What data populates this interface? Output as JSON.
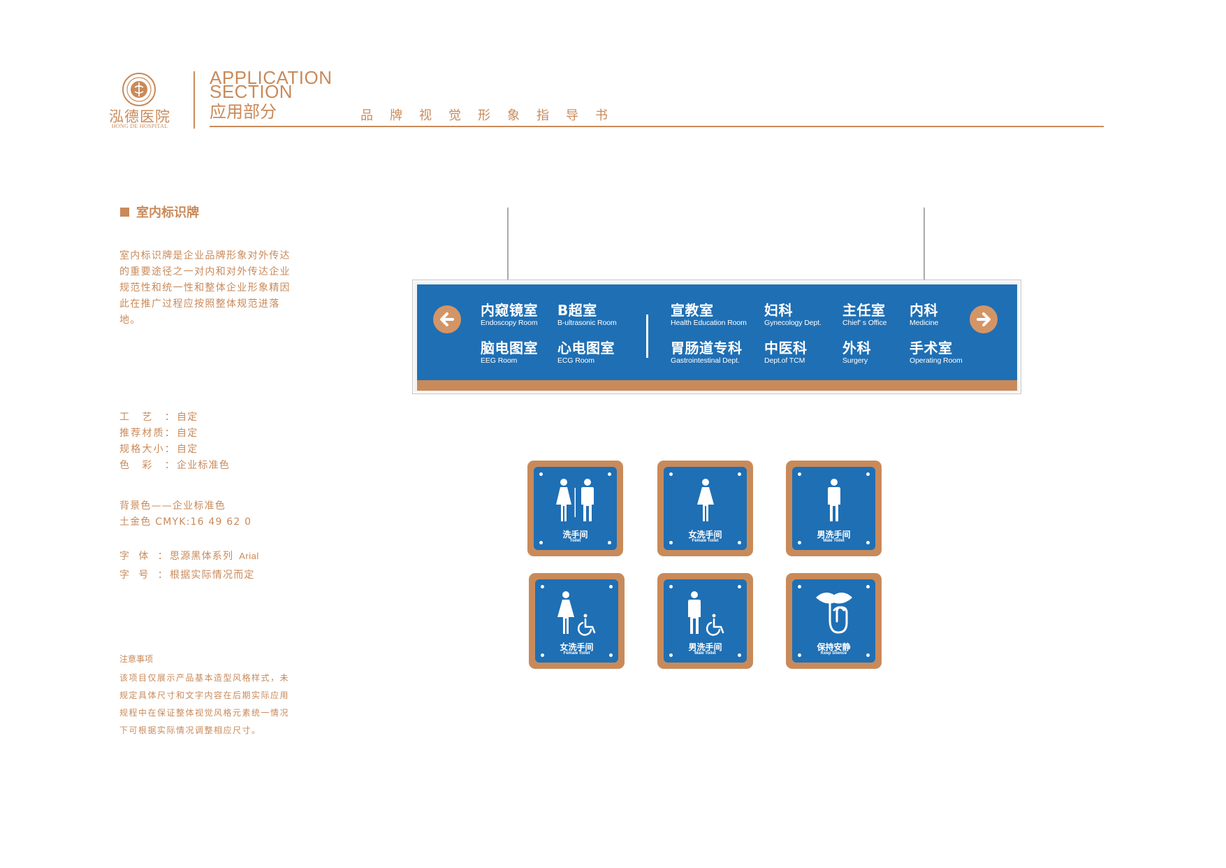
{
  "header": {
    "logo_cn": "泓德医院",
    "logo_en": "HONG DE HOSPITAL",
    "section_en_line1": "APPLICATION",
    "section_en_line2": "SECTION",
    "section_cn": "应用部分",
    "guide_title": "品牌视觉形象指导书"
  },
  "left": {
    "section_title": "室内标识牌",
    "intro": "室内标识牌是企业品牌形象对外传达的重要途径之一对内和对外传达企业规范性和统一性和整体企业形象精因此在推广过程应按照整体规范进落地。",
    "specs": [
      {
        "label": "工艺：",
        "value": "自定"
      },
      {
        "label": "推荐材质：",
        "value": "自定"
      },
      {
        "label": "规格大小：",
        "value": "自定"
      },
      {
        "label": "色彩：",
        "value": "企业标准色"
      }
    ],
    "bg_color_line": "背景色——企业标准色",
    "cmyk_line": "土金色 CMYK:16 49 62 0",
    "font_label": "字体：",
    "font_value": "思源黑体系列",
    "font_value_en": "Arial",
    "size_label": "字号：",
    "size_value": "根据实际情况而定",
    "note_title": "注意事项",
    "note": "该项目仅展示产品基本造型风格样式，未规定具体尺寸和文字内容在后期实际应用规程中在保证整体视觉风格元素统一情况下可根据实际情况调整相应尺寸。"
  },
  "hanging_sign": {
    "left_group": [
      {
        "cn": "内窥镜室",
        "en": "Endoscopy  Room"
      },
      {
        "cn": "B超室",
        "en": "B-ultrasonic  Room"
      },
      {
        "cn": "脑电图室",
        "en": "EEG  Room"
      },
      {
        "cn": "心电图室",
        "en": "ECG  Room"
      }
    ],
    "right_group": [
      {
        "cn": "宣教室",
        "en": "Health Education Room"
      },
      {
        "cn": "妇科",
        "en": "Gynecology Dept."
      },
      {
        "cn": "主任室",
        "en": "Chief' s Office"
      },
      {
        "cn": "内科",
        "en": "Medicine"
      },
      {
        "cn": "胃肠道专科",
        "en": "Gastrointestinal Dept."
      },
      {
        "cn": "中医科",
        "en": "Dept.of TCM"
      },
      {
        "cn": "外科",
        "en": "Surgery"
      },
      {
        "cn": "手术室",
        "en": "Operating Room"
      }
    ]
  },
  "plaques": [
    {
      "cn": "洗手间",
      "en": "Toilet",
      "icon": "unisex-toilet-icon"
    },
    {
      "cn": "女洗手间",
      "en": "Female Toilet",
      "icon": "female-icon"
    },
    {
      "cn": "男洗手间",
      "en": "Male Toilet",
      "icon": "male-icon"
    },
    {
      "cn": "女洗手间",
      "en": "Female Toilet",
      "icon": "female-accessible-icon"
    },
    {
      "cn": "男洗手间",
      "en": "Male Toilet",
      "icon": "male-accessible-icon"
    },
    {
      "cn": "保持安静",
      "en": "Keep Silence",
      "icon": "silence-icon"
    }
  ],
  "colors": {
    "gold": "#c98a5a",
    "blue": "#1f6fb4",
    "white": "#ffffff"
  }
}
